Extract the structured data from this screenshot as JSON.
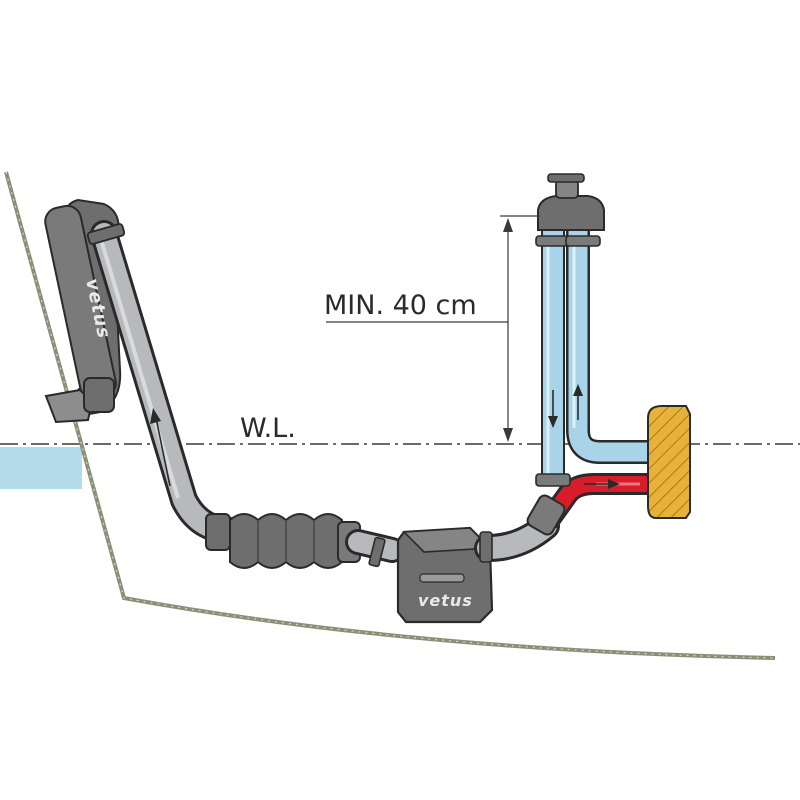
{
  "labels": {
    "height_requirement": "MIN. 40 cm",
    "waterline": "W.L."
  },
  "logos": {
    "brand": "vetus"
  },
  "colors": {
    "hull_line": "#8a8f78",
    "water": "#b4dcea",
    "exhaust_component": "#6e6e6e",
    "exhaust_hose": "#b7b9bc",
    "cooling_water_pipe": "#a9d3e8",
    "hot_exhaust_pipe": "#d91c2a",
    "engine_block": "#e8b23a",
    "dimension_line": "#3a3a3a"
  },
  "icons": [
    "flow-arrow-up-icon",
    "flow-arrow-down-icon",
    "dimension-arrow-icon"
  ]
}
